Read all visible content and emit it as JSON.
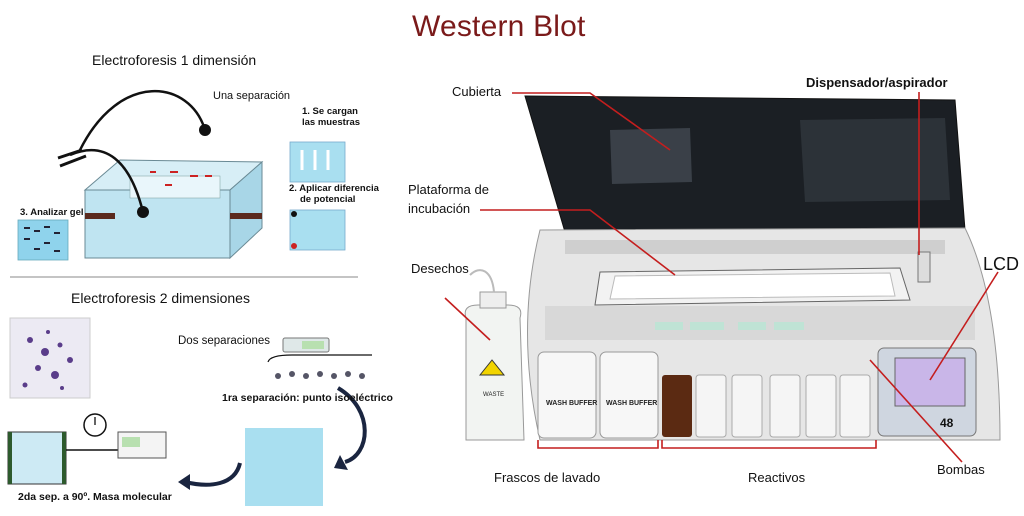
{
  "title": "Western Blot",
  "left": {
    "section1": {
      "heading": "Electroforesis 1 dimensión",
      "one_separation": "Una separación",
      "step1_line1": "1. Se cargan",
      "step1_line2": "las muestras",
      "step2_line1": "2. Aplicar diferencia",
      "step2_line2": "de potencial",
      "step3": "3. Analizar gel"
    },
    "section2": {
      "heading": "Electroforesis 2 dimensiones",
      "two_separations": "Dos separaciones",
      "first_separation": "1ra separación: punto isoeléctrico",
      "second_separation": "2da sep. a 90º. Masa molecular"
    }
  },
  "right": {
    "labels": {
      "cubierta": "Cubierta",
      "dispensador": "Dispensador/aspirador",
      "plataforma_line1": "Plataforma de",
      "plataforma_line2": "incubación",
      "desechos": "Desechos",
      "lcd": "LCD",
      "frascos": "Frascos de lavado",
      "reactivos": "Reactivos",
      "bombas": "Bombas"
    },
    "machine_text": {
      "wash1": "WASH BUFFER",
      "wash2": "WASH BUFFER",
      "waste": "WASTE",
      "screen_number": "48"
    }
  },
  "colors": {
    "title": "#7a1a1a",
    "leader_line": "#c41e1e",
    "gel_blue": "#a9dff0"
  }
}
